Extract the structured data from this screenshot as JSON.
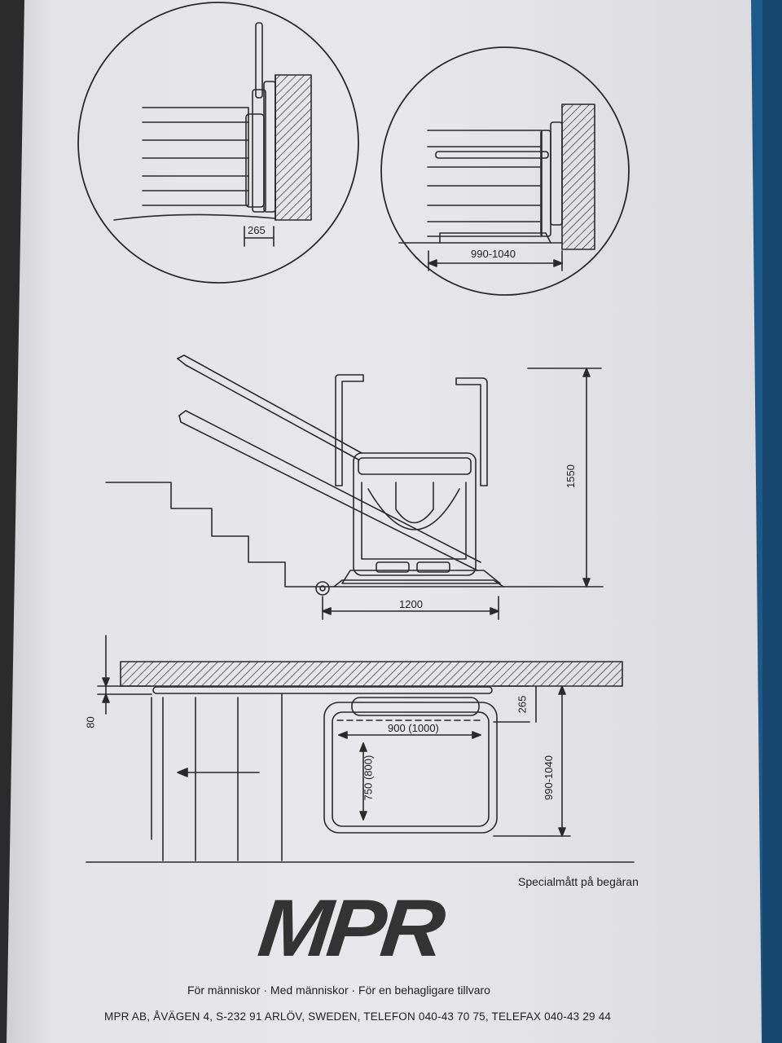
{
  "top_left_detail": {
    "width_dimension": "265"
  },
  "top_right_detail": {
    "depth_dimension": "990-1040"
  },
  "side_view": {
    "height_dimension": "1550",
    "length_dimension": "1200"
  },
  "plan_view": {
    "rail_offset_dimension": "80",
    "folded_depth_dimension": "265",
    "platform_width_dimension": "900 (1000)",
    "platform_length_dimension": "750 (800)",
    "overall_depth_dimension": "990-1040"
  },
  "footer": {
    "special_note": "Specialmått på begäran",
    "logo_text": "MPR",
    "tagline": "För människor · Med människor · För en behagligare tillvaro",
    "address": "MPR AB, ÅVÄGEN 4, S-232 91 ARLÖV, SWEDEN, TELEFON 040-43 70 75, TELEFAX 040-43 29 44"
  },
  "colors": {
    "paper": "#e6e6ea",
    "ink": "#2a2a2a",
    "binder_blue": "#1d5a8c"
  }
}
